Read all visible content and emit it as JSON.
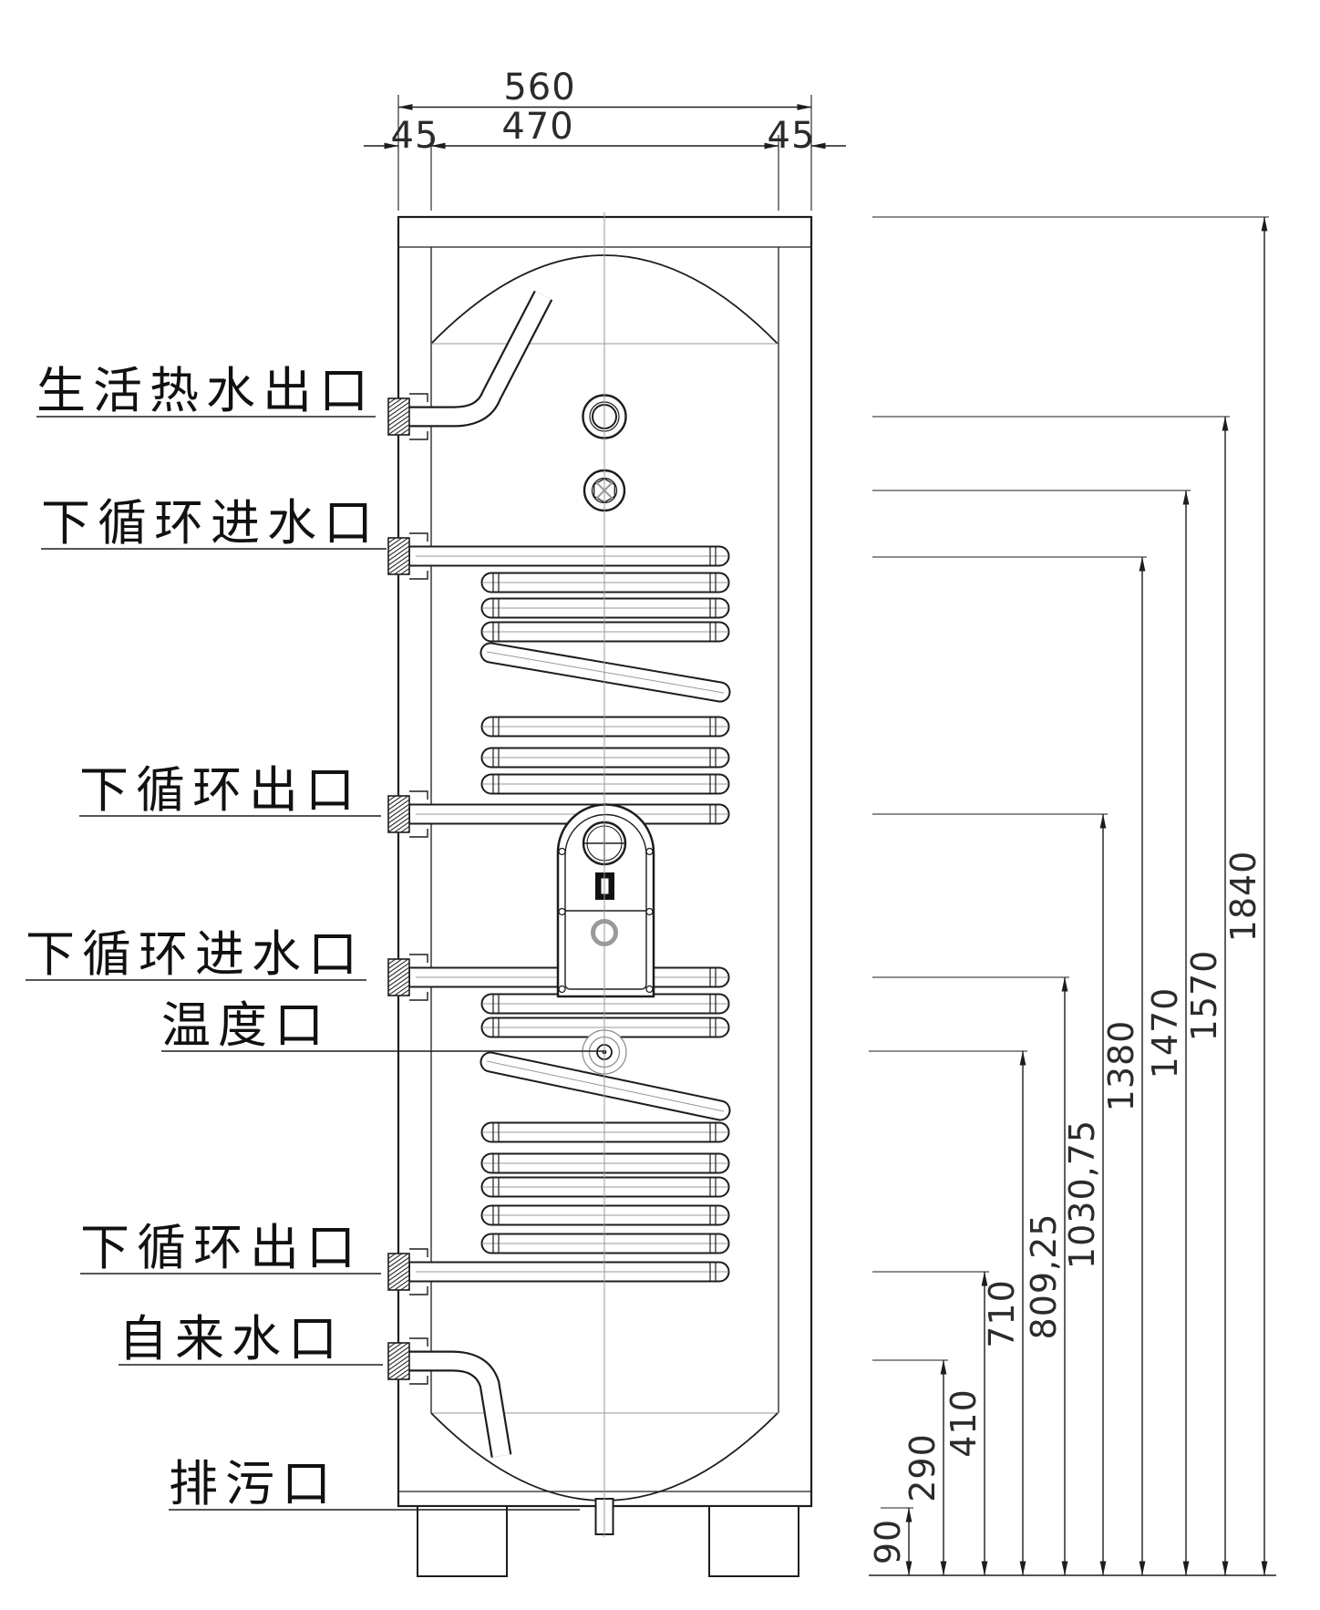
{
  "drawing": {
    "port_labels": [
      {
        "id": "hot-water-outlet",
        "text": "生活热水出口"
      },
      {
        "id": "lower-circ-inlet-upper",
        "text": "下循环进水口"
      },
      {
        "id": "lower-circ-outlet-upper",
        "text": "下循环出口"
      },
      {
        "id": "lower-circ-inlet-lower",
        "text": "下循环进水口"
      },
      {
        "id": "temperature-port",
        "text": "温度口"
      },
      {
        "id": "lower-circ-outlet-lower",
        "text": "下循环出口"
      },
      {
        "id": "tap-water-inlet",
        "text": "自来水口"
      },
      {
        "id": "drain-outlet",
        "text": "排污口"
      }
    ],
    "top_dimensions": [
      {
        "label": "560"
      },
      {
        "label": "45"
      },
      {
        "label": "470"
      },
      {
        "label": "45"
      }
    ],
    "right_dimensions": [
      {
        "label": "90"
      },
      {
        "label": "290"
      },
      {
        "label": "410"
      },
      {
        "label": "710"
      },
      {
        "label": "809,25"
      },
      {
        "label": "1030,75"
      },
      {
        "label": "1380"
      },
      {
        "label": "1470"
      },
      {
        "label": "1570"
      },
      {
        "label": "1840"
      }
    ],
    "colors": {
      "line": "#1d1d1d",
      "centerline": "#9a9a9a",
      "background": "#ffffff"
    }
  }
}
